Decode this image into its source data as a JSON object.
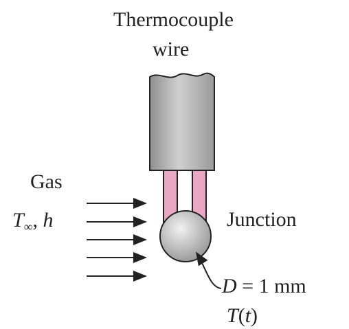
{
  "labels": {
    "title_line1": "Thermocouple",
    "title_line2": "wire",
    "gas": "Gas",
    "gas_symbol_T": "T",
    "gas_symbol_sub": "∞",
    "gas_symbol_sep": ", ",
    "gas_symbol_h": "h",
    "junction": "Junction",
    "diameter_var": "D",
    "diameter_value": " = 1 mm",
    "temp_T": "T",
    "temp_paren": "(",
    "temp_t": "t",
    "temp_close": ")"
  },
  "colors": {
    "wire_sheath": "#b5b5b5",
    "lead_wires": "#e9a7c4",
    "junction": "#a8a8a8",
    "arrows": "#222222"
  }
}
